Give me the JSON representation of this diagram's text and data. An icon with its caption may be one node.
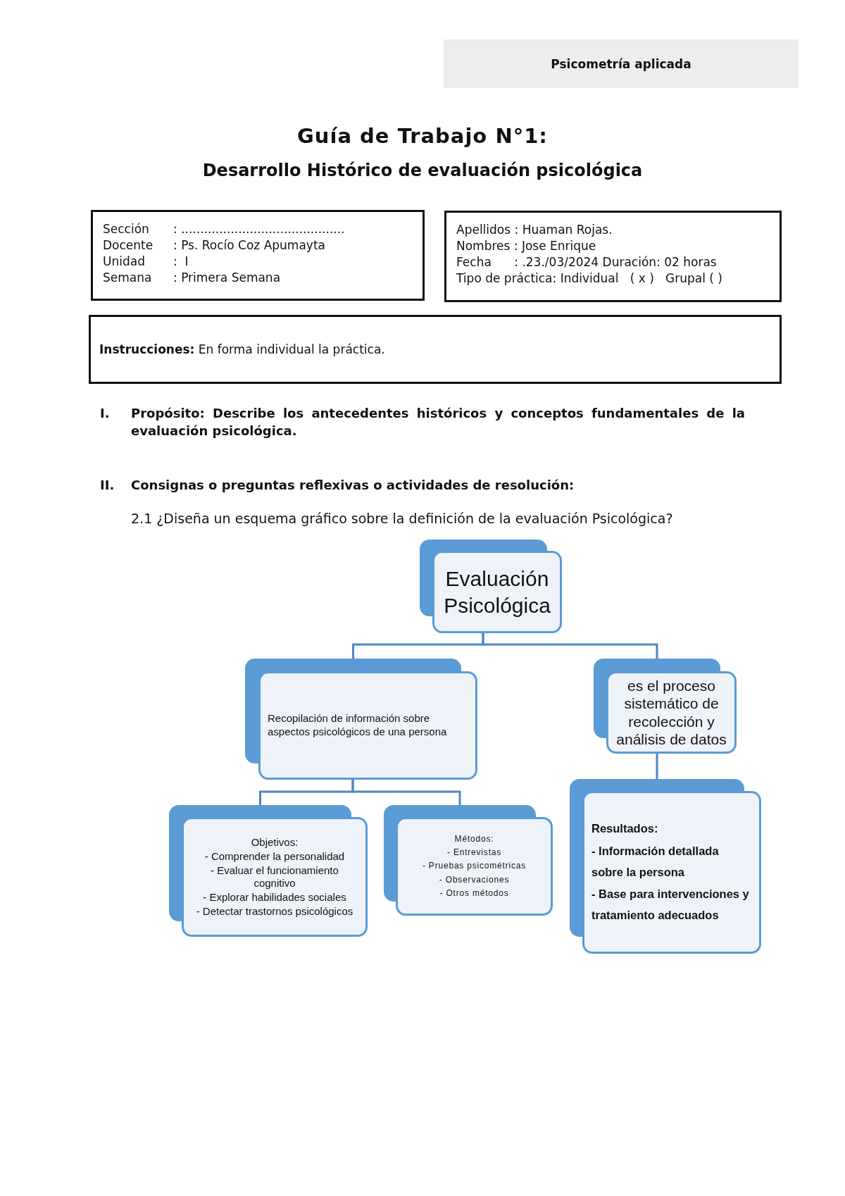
{
  "diagram": {
    "title": "Guía de Trabajo N°1:",
    "nodes": [
      {
        "text": [
          "Psicometría aplicada"
        ]
      },
      {
        "text": [
          "Sección",
          ": ...........................................",
          "Docente",
          ": Ps. Rocío Coz Apumayta",
          "Unidad",
          ":  I",
          "Semana",
          ": Primera Semana"
        ]
      },
      {
        "text": [
          "Apellidos : Huaman Rojas.",
          "Nombres : Jose Enrique",
          "Fecha      : .23./03/2024 Duración: 02 horas",
          "Tipo de práctica: Individual   ( x )   Grupal ( )"
        ]
      },
      {
        "text": [
          "**Instrucciones:** En forma individual la práctica."
        ]
      },
      {
        "text": [
          "Evaluación Psicológica"
        ]
      },
      {
        "text": [
          "Recopilación de información sobre aspectos psicológicos de una persona"
        ]
      },
      {
        "text": [
          "es el proceso sistemático de recolección y análisis de datos"
        ]
      },
      {
        "text": [
          "Objetivos:",
          "- Comprender la personalidad",
          "- Evaluar el funcionamiento cognitivo",
          "- Explorar habilidades sociales",
          "- Detectar trastornos psicológicos"
        ]
      },
      {
        "text": [
          "Métodos:",
          "- Entrevistas",
          "- Pruebas psicométricas",
          "- Observaciones",
          "- Otros métodos"
        ]
      },
      {
        "text": [
          "Resultados:",
          "- Información detallada sobre la persona",
          "- Base para intervenciones y tratamiento adecuados"
        ]
      }
    ],
    "edges": [
      {
        "from": 4,
        "to": 5,
        "arrow": "none"
      },
      {
        "from": 4,
        "to": 6,
        "arrow": "none"
      },
      {
        "from": 5,
        "to": 7,
        "arrow": "none"
      },
      {
        "from": 5,
        "to": 8,
        "arrow": "none"
      },
      {
        "from": 6,
        "to": 9,
        "arrow": "none"
      }
    ],
    "labels": [
      "Desarrollo Histórico de evaluación psicológica",
      "I.",
      "Propósito: Describe los antecedentes históricos y conceptos fundamentales de la evaluación psicológica.",
      "II.",
      "Consignas o preguntas reflexivas o actividades de resolución:",
      "2.1 ¿Diseña un esquema gráfico sobre la definición de la evaluación Psicológica?"
    ]
  }
}
